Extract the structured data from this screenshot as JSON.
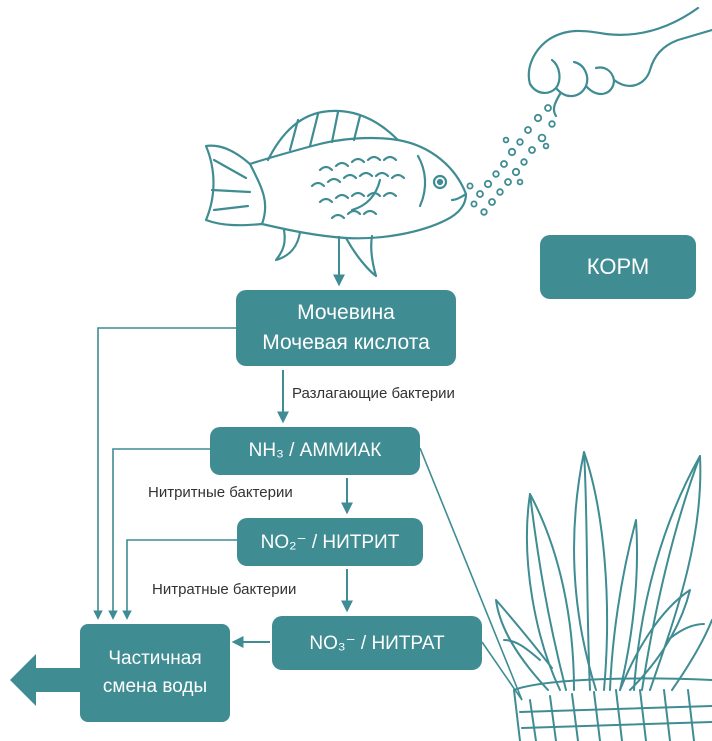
{
  "colors": {
    "box": "#3f8c93",
    "line": "#3f8c93",
    "sketch": "#3f8c93",
    "box_text": "#ffffff",
    "label_text": "#333333"
  },
  "boxes": {
    "feed": "КОРМ",
    "urea_line1": "Мочевина",
    "urea_line2": "Мочевая кислота",
    "ammonia": "NH₃ / АММИАК",
    "nitrite": "NO₂⁻ / НИТРИТ",
    "nitrate": "NO₃⁻ / НИТРАТ",
    "water_line1": "Частичная",
    "water_line2": "смена воды"
  },
  "labels": {
    "decomposing_bacteria": "Разлагающие бактерии",
    "nitrite_bacteria": "Нитритные бактерии",
    "nitrate_bacteria": "Нитратные бактерии"
  },
  "illustrations": [
    "hand-icon",
    "fish-food-pellets-icon",
    "fish-icon",
    "aquarium-plant-icon"
  ]
}
